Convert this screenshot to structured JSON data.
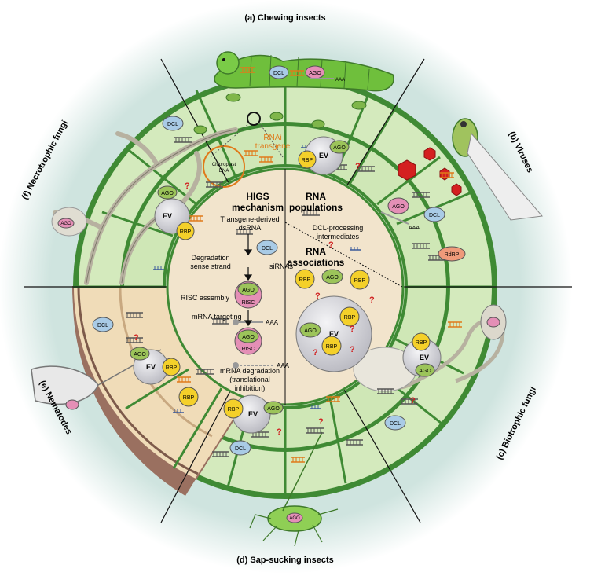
{
  "panels": {
    "a": "(a)  Chewing insects",
    "b": "(b) Viruses",
    "c": "(c) Biotrophic fungi",
    "d": "(d)  Sap-sucking insects",
    "e": "(e) Nematodes",
    "f": "(f)  Necrotrophic fungi"
  },
  "center": {
    "higs_title_1": "HIGS",
    "higs_title_2": "mechanism",
    "transgene_1": "Transgene-derived",
    "transgene_2": "dsRNA",
    "degradation_1": "Degradation",
    "degradation_2": "sense strand",
    "sirnas": "siRNAs",
    "risc_assembly": "RISC assembly",
    "mrna_targeting": "mRNA targeting",
    "mrna_degradation_1": "mRNA degradation",
    "mrna_degradation_2": "(translational",
    "mrna_degradation_3": "inhibition)",
    "rna_pop_1": "RNA",
    "rna_pop_2": "populations",
    "dcl_proc_1": "DCL-processing",
    "dcl_proc_2": "intermediates",
    "rna_assoc_1": "RNA",
    "rna_assoc_2": "associations"
  },
  "labels": {
    "rnai_1": "RNAi",
    "rnai_2": "transgene",
    "chloro_1": "Chloroplast",
    "chloro_2": "DNA",
    "ev": "EV",
    "ago": "AGO",
    "rbp": "RBP",
    "dcl": "DCL",
    "risc": "RISC",
    "rdrp": "RdRP",
    "aaa": "AAA",
    "q": "?"
  },
  "colors": {
    "halo": "#d4e6e2",
    "cell_wall": "#4f9a3c",
    "cell_fill": "#d7ecc0",
    "cell_light": "#eaf5dc",
    "center": "#f2e4cc",
    "nematode_fill": "#f0dcb8",
    "nematode_outer": "#9a7060",
    "ago": "#9cc45a",
    "rbp": "#f4d02a",
    "dcl": "#a9cbe6",
    "risc": "#e48fb6",
    "rdrp": "#ef9a7a",
    "ev": "#d9d9de",
    "orange": "#e07a1a",
    "blue": "#3a5a9a",
    "red": "#d02020",
    "caterpillar": "#6fbf3c"
  }
}
